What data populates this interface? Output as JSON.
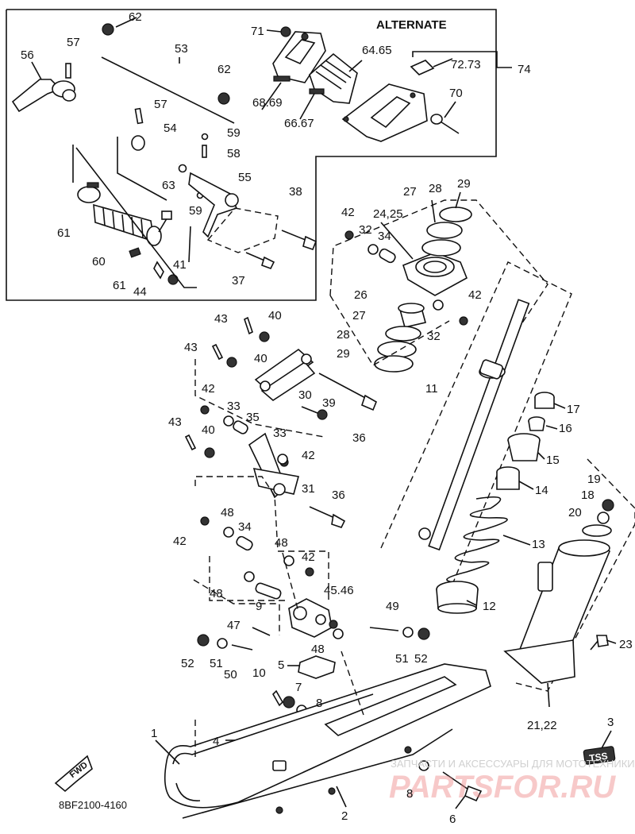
{
  "box_title": "ALTERNATE",
  "diagram_code": "8BF2100-4160",
  "fwd_label": "FWD",
  "decal_label": "TSS",
  "watermark_small": "ЗАПЧАСТИ И АКСЕССУАРЫ ДЛЯ МОТОТЕХНИКИ",
  "watermark_brand": "PARTSFOR.RU",
  "callouts": {
    "c1": "1",
    "c2": "2",
    "c3": "3",
    "c4": "4",
    "c5": "5",
    "c6": "6",
    "c7": "7",
    "c8a": "8",
    "c8b": "8",
    "c9": "9",
    "c10": "10",
    "c11": "11",
    "c12": "12",
    "c13": "13",
    "c14": "14",
    "c15": "15",
    "c16": "16",
    "c17": "17",
    "c18": "18",
    "c19": "19",
    "c20": "20",
    "c21_22": "21,22",
    "c23": "23",
    "c24_25": "24,25",
    "c26": "26",
    "c27a": "27",
    "c27b": "27",
    "c28a": "28",
    "c28b": "28",
    "c29a": "29",
    "c29b": "29",
    "c30": "30",
    "c31": "31",
    "c32a": "32",
    "c32b": "32",
    "c33a": "33",
    "c33b": "33",
    "c34a": "34",
    "c34b": "34",
    "c35": "35",
    "c36a": "36",
    "c36b": "36",
    "c37": "37",
    "c38": "38",
    "c39": "39",
    "c40a": "40",
    "c40b": "40",
    "c40c": "40",
    "c41": "41",
    "c42a": "42",
    "c42b": "42",
    "c42c": "42",
    "c42d": "42",
    "c42e": "42",
    "c42f": "42",
    "c43a": "43",
    "c43b": "43",
    "c43c": "43",
    "c44": "44",
    "c45_46": "45.46",
    "c47": "47",
    "c48a": "48",
    "c48b": "48",
    "c48c": "48",
    "c48d": "48",
    "c49": "49",
    "c50": "50",
    "c51a": "51",
    "c51b": "51",
    "c52a": "52",
    "c52b": "52",
    "c53": "53",
    "c54": "54",
    "c55": "55",
    "c56": "56",
    "c57a": "57",
    "c57b": "57",
    "c58": "58",
    "c59a": "59",
    "c59b": "59",
    "c60": "60",
    "c61a": "61",
    "c61b": "61",
    "c62a": "62",
    "c62b": "62",
    "c63": "63",
    "c64_65": "64.65",
    "c66_67": "66.67",
    "c68_69": "68.69",
    "c70": "70",
    "c71": "71",
    "c72_73": "72.73",
    "c74": "74"
  }
}
